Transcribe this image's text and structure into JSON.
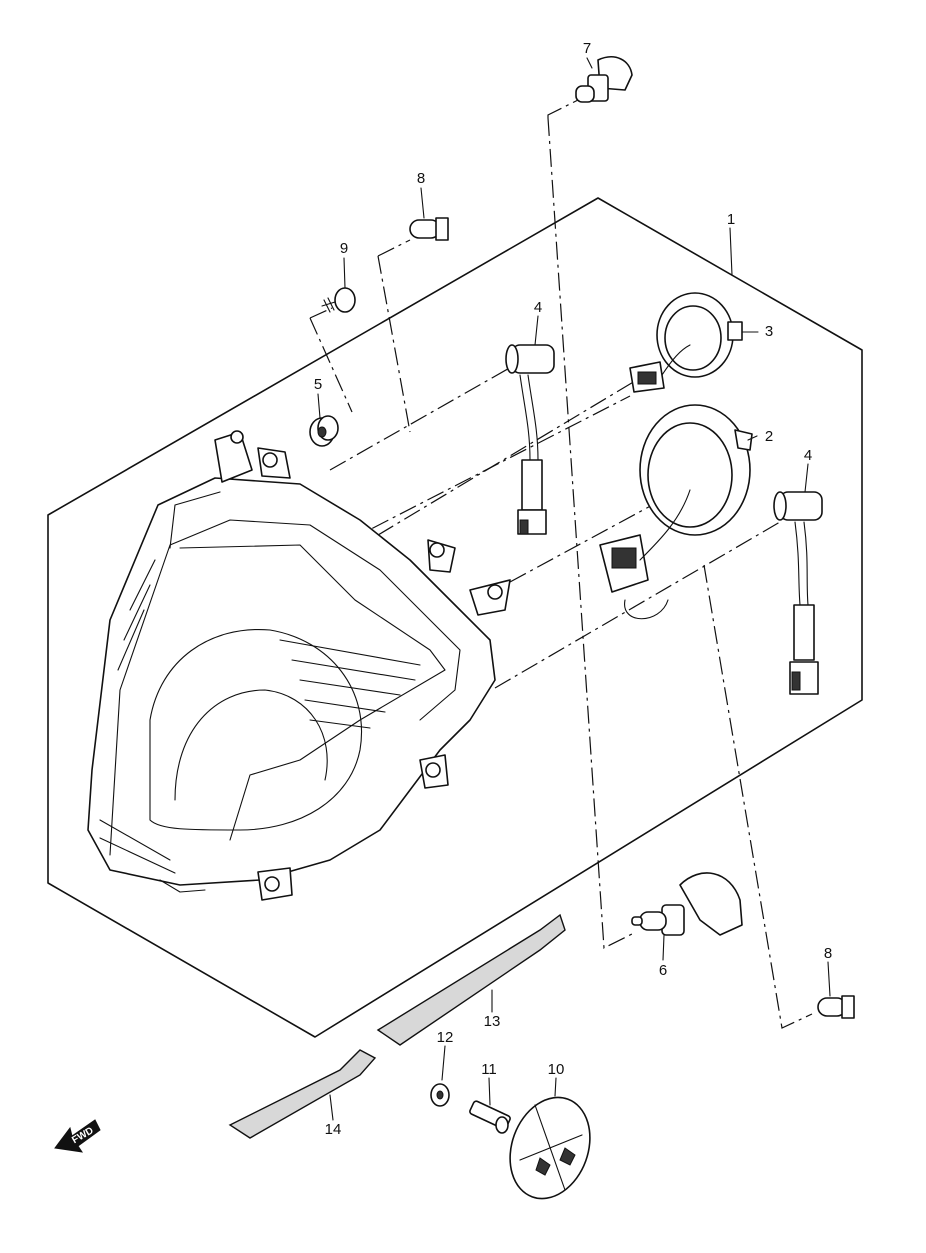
{
  "diagram": {
    "callouts": [
      {
        "id": "c1",
        "label": "1"
      },
      {
        "id": "c2",
        "label": "2"
      },
      {
        "id": "c3",
        "label": "3"
      },
      {
        "id": "c4a",
        "label": "4"
      },
      {
        "id": "c4b",
        "label": "4"
      },
      {
        "id": "c5",
        "label": "5"
      },
      {
        "id": "c6",
        "label": "6"
      },
      {
        "id": "c7",
        "label": "7"
      },
      {
        "id": "c8a",
        "label": "8"
      },
      {
        "id": "c8b",
        "label": "8"
      },
      {
        "id": "c9",
        "label": "9"
      },
      {
        "id": "c10",
        "label": "10"
      },
      {
        "id": "c11",
        "label": "11"
      },
      {
        "id": "c12",
        "label": "12"
      },
      {
        "id": "c13",
        "label": "13"
      },
      {
        "id": "c14",
        "label": "14"
      }
    ],
    "direction_badge": "FWD"
  }
}
